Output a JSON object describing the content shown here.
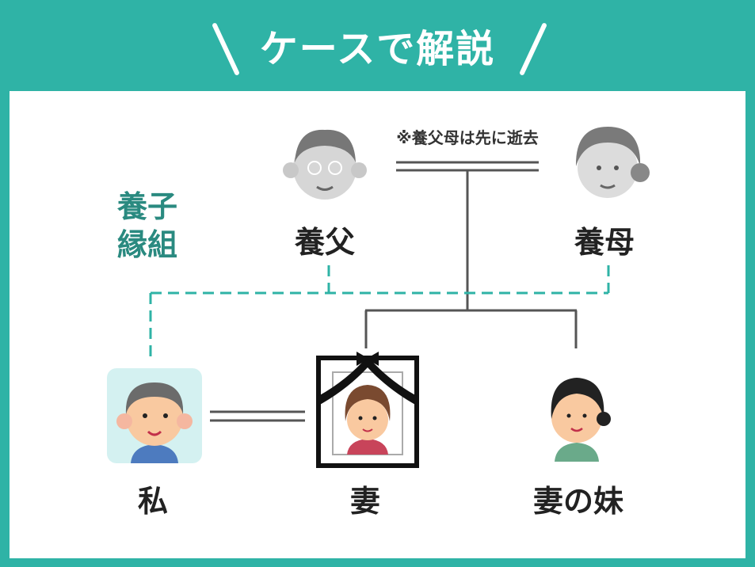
{
  "title": "ケースで解説",
  "note": "※養父母は先に逝去",
  "adoption_label": [
    "養子",
    "縁組"
  ],
  "people": {
    "adoptive_father": "養父",
    "adoptive_mother": "養母",
    "me": "私",
    "wife": "妻",
    "wife_sister": "妻の妹"
  },
  "colors": {
    "accent": "#2fb3a6",
    "adoption_text": "#2a8a80",
    "line": "#555555"
  }
}
